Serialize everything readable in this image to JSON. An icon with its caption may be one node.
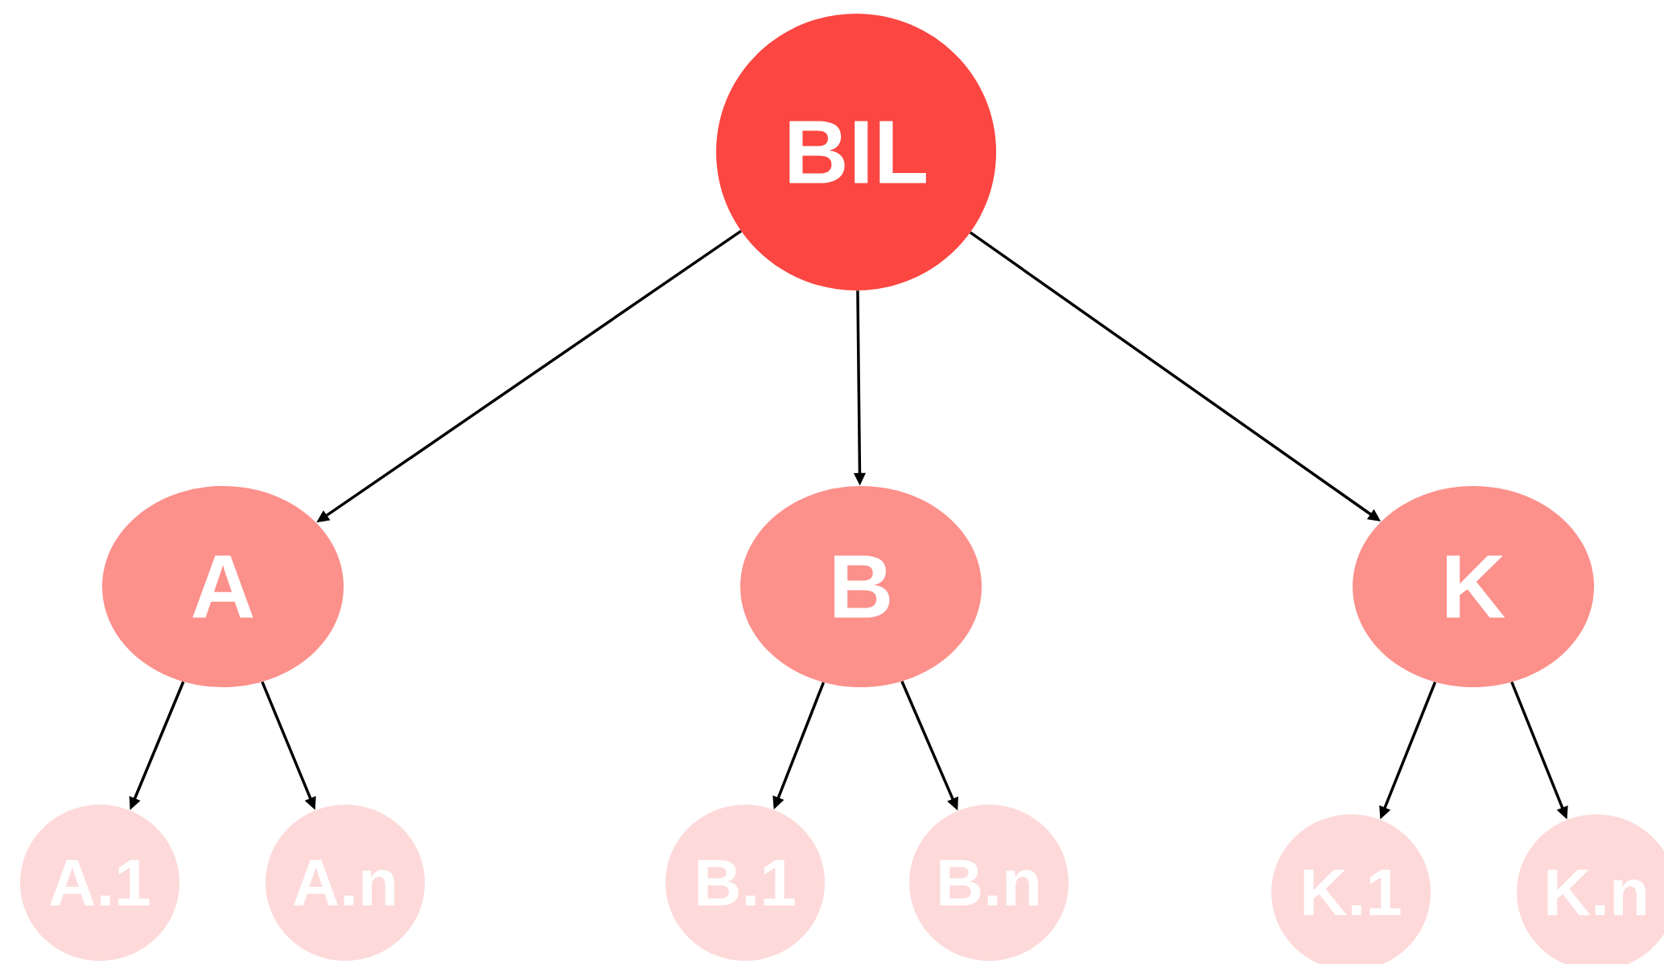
{
  "diagram": {
    "nodes": [
      {
        "text": [
          "BIL"
        ]
      },
      {
        "text": [
          "A"
        ]
      },
      {
        "text": [
          "B"
        ]
      },
      {
        "text": [
          "K"
        ]
      },
      {
        "text": [
          "A.1"
        ]
      },
      {
        "text": [
          "A.n"
        ]
      },
      {
        "text": [
          "B.1"
        ]
      },
      {
        "text": [
          "B.n"
        ]
      },
      {
        "text": [
          "K.1"
        ]
      },
      {
        "text": [
          "K.n"
        ]
      }
    ],
    "edges": [
      {
        "from": 0,
        "to": 1,
        "arrow": "to"
      },
      {
        "from": 0,
        "to": 2,
        "arrow": "to"
      },
      {
        "from": 0,
        "to": 3,
        "arrow": "to"
      },
      {
        "from": 1,
        "to": 4,
        "arrow": "to"
      },
      {
        "from": 1,
        "to": 5,
        "arrow": "to"
      },
      {
        "from": 2,
        "to": 6,
        "arrow": "to"
      },
      {
        "from": 2,
        "to": 7,
        "arrow": "to"
      },
      {
        "from": 3,
        "to": 8,
        "arrow": "to"
      },
      {
        "from": 3,
        "to": 9,
        "arrow": "to"
      }
    ]
  }
}
